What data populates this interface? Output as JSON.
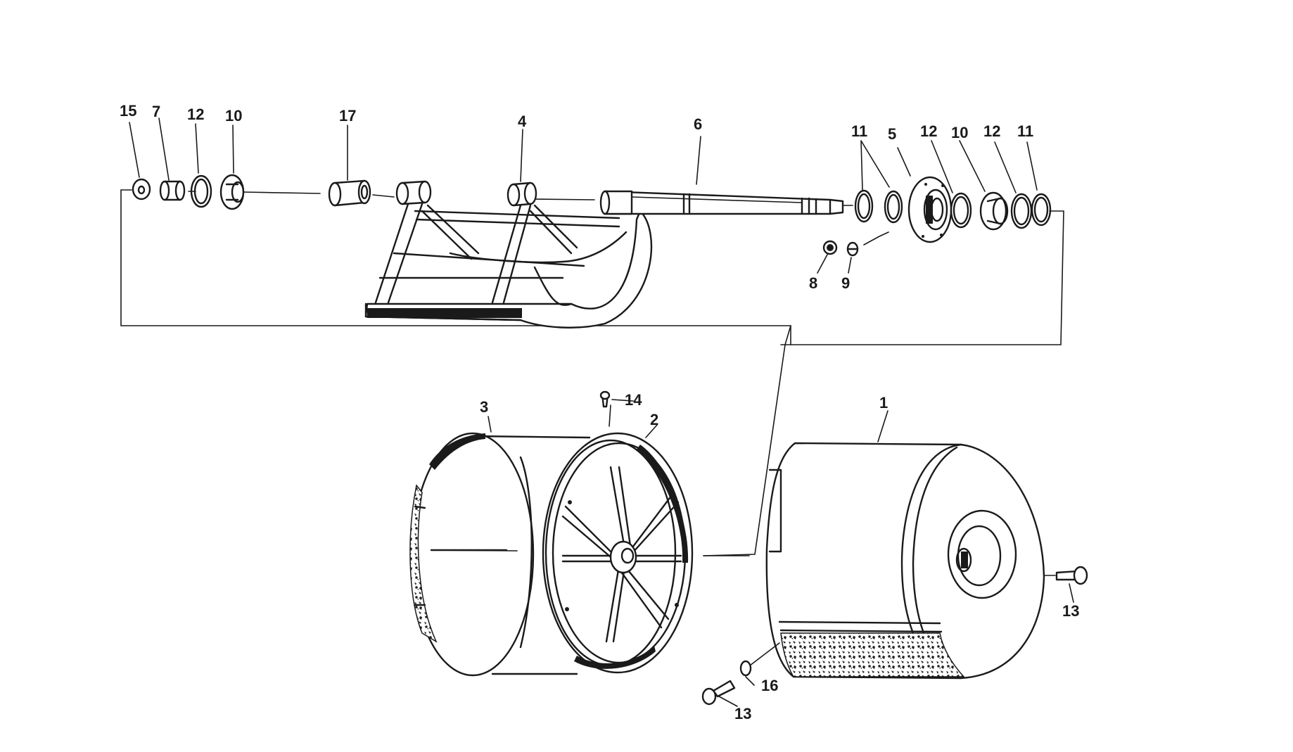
{
  "diagram": {
    "callouts": [
      {
        "id": "c15a",
        "label": "15"
      },
      {
        "id": "c7",
        "label": "7"
      },
      {
        "id": "c12a",
        "label": "12"
      },
      {
        "id": "c10a",
        "label": "10"
      },
      {
        "id": "c17",
        "label": "17"
      },
      {
        "id": "c4",
        "label": "4"
      },
      {
        "id": "c6",
        "label": "6"
      },
      {
        "id": "c11a",
        "label": "11"
      },
      {
        "id": "c5",
        "label": "5"
      },
      {
        "id": "c12b",
        "label": "12"
      },
      {
        "id": "c10b",
        "label": "10"
      },
      {
        "id": "c12c",
        "label": "12"
      },
      {
        "id": "c11b",
        "label": "11"
      },
      {
        "id": "c8",
        "label": "8"
      },
      {
        "id": "c9",
        "label": "9"
      },
      {
        "id": "c3",
        "label": "3"
      },
      {
        "id": "c14",
        "label": "14"
      },
      {
        "id": "c2",
        "label": "2"
      },
      {
        "id": "c1",
        "label": "1"
      },
      {
        "id": "c13a",
        "label": "13"
      },
      {
        "id": "c16",
        "label": "16"
      },
      {
        "id": "c13b",
        "label": "13"
      }
    ]
  }
}
